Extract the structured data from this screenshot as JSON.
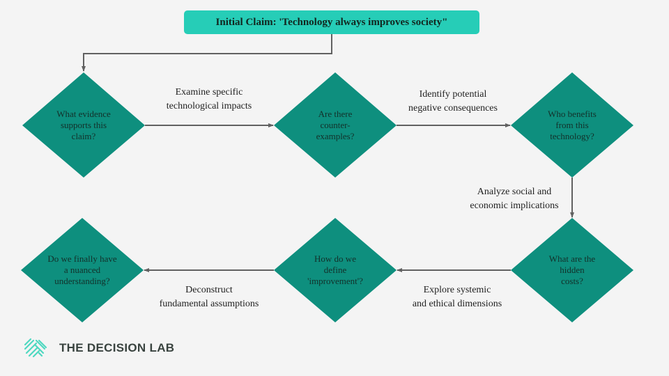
{
  "claim": {
    "text": "Initial Claim:  'Technology always  improves society\""
  },
  "colors": {
    "claim_fill": "#26cdb7",
    "diamond_fill": "#0e8f7e",
    "arrow": "#616161",
    "logo_mark": "#4fd8c0"
  },
  "nodes": [
    {
      "id": "n1",
      "text": "What evidence supports this claim?"
    },
    {
      "id": "n2",
      "text": "Are there counter-examples?"
    },
    {
      "id": "n3",
      "text": "Who benefits from this technology?"
    },
    {
      "id": "n4",
      "text": "What are the hidden costs?"
    },
    {
      "id": "n5",
      "text": "How do we define 'improvement'?"
    },
    {
      "id": "n6",
      "text": "Do we finally have a nuanced understanding?"
    }
  ],
  "edges": [
    {
      "from": "claim",
      "to": "n1",
      "label": ""
    },
    {
      "from": "n1",
      "to": "n2",
      "label": "Examine specific\ntechnological impacts"
    },
    {
      "from": "n2",
      "to": "n3",
      "label": "Identify potential\nnegative consequences"
    },
    {
      "from": "n3",
      "to": "n4",
      "label": "Analyze social and\neconomic implications"
    },
    {
      "from": "n4",
      "to": "n5",
      "label": "Explore systemic\nand ethical dimensions"
    },
    {
      "from": "n5",
      "to": "n6",
      "label": "Deconstruct\nfundamental assumptions"
    }
  ],
  "logo": {
    "text": "THE DECISION LAB",
    "icon": "brain-pattern-icon"
  }
}
